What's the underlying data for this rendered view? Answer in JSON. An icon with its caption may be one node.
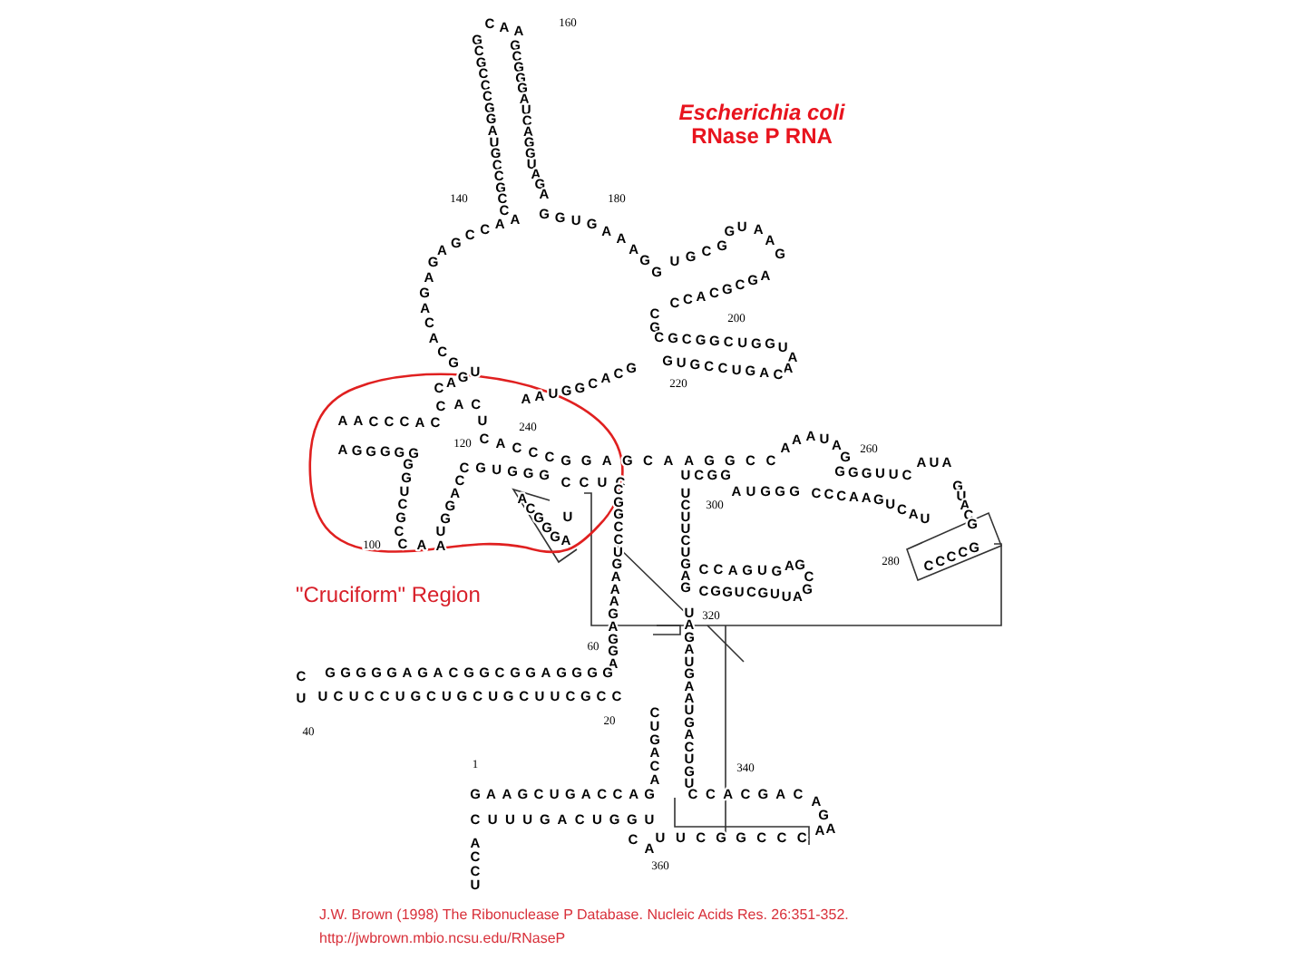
{
  "diagram": {
    "title": "*Escherichia coli* RNase P RNA",
    "caption": "J.W. Brown (1998) The Ribonuclease P Database. Nucleic Acids Res. 26:351-352.",
    "labels": [
      "160",
      "CAA",
      "GCGCCCGGAUGCCGCC",
      "GCGGGAUCAGGUAGA",
      "140",
      "180",
      "AACCGAGAGACACG",
      "GGUGAAAGG",
      "UGCGGUAAG",
      "CCACGCGA",
      "200",
      "CGCGCGGCUGGUAACAGUCCGUG",
      "220",
      "AAUGGCACG",
      "CAGU",
      "CACU",
      "AACCCAC",
      "120",
      "240",
      "AGGGGG",
      "GGUCGC",
      "100",
      "CAA",
      "UGGACC",
      "CACCC",
      "GUGGG",
      "GGAGCAAGGCC",
      "AAAUAG",
      "260",
      "CCUC",
      "UCGG",
      "GGGUUC",
      "AUA",
      "ACGGG",
      "UA",
      "AUGGG",
      "300",
      "CCCAAGUCAU",
      "GUACG",
      "CCCCG",
      "280",
      "CGGCCUGAAAGAGGA",
      "UCUUCUGAG",
      "CCAGUGAGC",
      "CGGUCGUUAG",
      "320",
      "\"Cruciform\" Region",
      "60",
      "CU",
      "GGGGGAGACGGCGGAGGGG",
      "UCUCCUGCUGCUGCUUCGCC",
      "40",
      "20",
      "CUGACA",
      "UAGAUGAAUGACUGU",
      "340",
      "1",
      "GAAGCUGACCAG",
      "CCACGAC",
      "AGA",
      "CUUUGACUGGU",
      "CA",
      "ACCU",
      "UUCGGCCCA",
      "360",
      "http://jwbrown.mbio.ncsu.edu/RNaseP"
    ]
  }
}
